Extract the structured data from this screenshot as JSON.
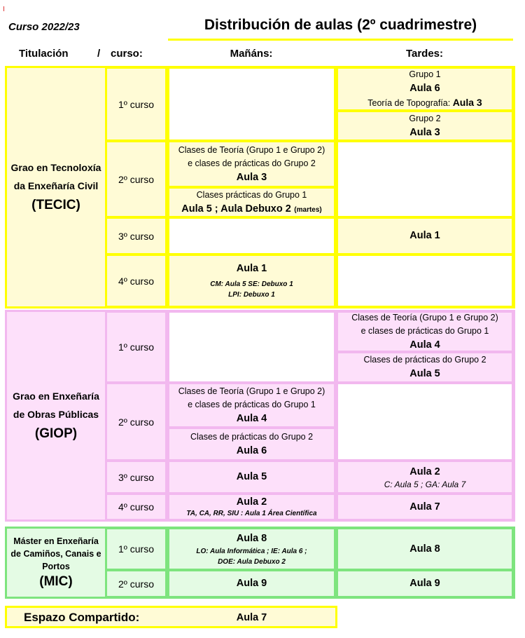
{
  "header": {
    "course_year": "Curso 2022/23",
    "title": "Distribución de aulas (2º cuadrimestre)",
    "col_titulacion": "Titulación",
    "col_slash": "/",
    "col_curso": "curso:",
    "col_mananas": "Mañáns:",
    "col_tardes": "Tardes:"
  },
  "tecic": {
    "degree_l1": "Grao en Tecnoloxía",
    "degree_l2": "da Enxeñaría Civil",
    "abbr": "(TECIC)",
    "c1": {
      "label": "1º curso",
      "t_a_group": "Grupo 1",
      "t_a_aula": "Aula 6",
      "t_a_topo": "Teoría de Topografía:",
      "t_a_topo_aula": "Aula 3",
      "t_b_group": "Grupo 2",
      "t_b_aula": "Aula 3"
    },
    "c2": {
      "label": "2º curso",
      "m_a_l1": "Clases de Teoría (Grupo 1 e Grupo 2)",
      "m_a_l2": "e clases de prácticas do Grupo 2",
      "m_a_aula": "Aula 3",
      "m_b_l1": "Clases prácticas do Grupo 1",
      "m_b_aula": "Aula 5 ; Aula Debuxo 2",
      "m_b_note": "(martes)"
    },
    "c3": {
      "label": "3º curso",
      "t_aula": "Aula 1"
    },
    "c4": {
      "label": "4º curso",
      "m_aula": "Aula 1",
      "m_note_l1": "CM: Aula 5   SE: Debuxo 1",
      "m_note_l2": "LPI: Debuxo 1"
    }
  },
  "giop": {
    "degree_l1": "Grao en Enxeñaría",
    "degree_l2": "de Obras Públicas",
    "abbr": "(GIOP)",
    "c1": {
      "label": "1º curso",
      "t_a_l1": "Clases de Teoría (Grupo 1 e Grupo 2)",
      "t_a_l2": "e clases de prácticas do Grupo 1",
      "t_a_aula": "Aula 4",
      "t_b_l1": "Clases de prácticas do Grupo 2",
      "t_b_aula": "Aula 5"
    },
    "c2": {
      "label": "2º curso",
      "m_a_l1": "Clases de Teoría (Grupo 1 e Grupo 2)",
      "m_a_l2": "e clases de prácticas do Grupo 1",
      "m_a_aula": "Aula 4",
      "m_b_l1": "Clases de prácticas do Grupo 2",
      "m_b_aula": "Aula 6"
    },
    "c3": {
      "label": "3º curso",
      "m_aula": "Aula 5",
      "t_aula": "Aula 2",
      "t_note": "C: Aula 5  ; GA: Aula 7"
    },
    "c4": {
      "label": "4º curso",
      "m_aula": "Aula 2",
      "m_note": "TA, CA, RR, SIU :  Aula 1 Área Científica",
      "t_aula": "Aula 7"
    }
  },
  "mic": {
    "degree_l1": "Máster en Enxeñaría",
    "degree_l2": "de Camiños, Canais e",
    "degree_l3": "Portos",
    "abbr": "(MIC)",
    "c1": {
      "label": "1º curso",
      "m_aula": "Aula 8",
      "m_note_l1": "LO: Aula Informática ; IE: Aula 6 ;",
      "m_note_l2": "DOE: Aula Debuxo 2",
      "t_aula": "Aula 8"
    },
    "c2": {
      "label": "2º curso",
      "m_aula": "Aula 9",
      "t_aula": "Aula 9"
    }
  },
  "shared": {
    "label": "Espazo Compartido:",
    "aula": "Aula 7"
  },
  "colors": {
    "yellow_border": "#ffff00",
    "yellow_fill": "#fffbd6",
    "pink_border": "#f2b8ef",
    "pink_fill": "#fde0fa",
    "green_border": "#7ee47e",
    "green_fill": "#e4fbe4"
  }
}
